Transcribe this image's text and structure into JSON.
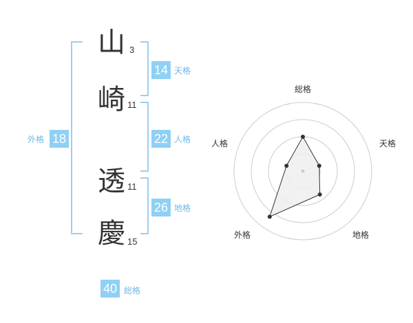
{
  "name": {
    "chars": [
      {
        "char": "山",
        "strokes": "3"
      },
      {
        "char": "崎",
        "strokes": "11"
      },
      {
        "char": "透",
        "strokes": "11"
      },
      {
        "char": "慶",
        "strokes": "15"
      }
    ]
  },
  "scores": {
    "tenkaku": {
      "value": "14",
      "label": "天格"
    },
    "jinkaku": {
      "value": "22",
      "label": "人格"
    },
    "chikaku": {
      "value": "26",
      "label": "地格"
    },
    "gaikaku": {
      "value": "18",
      "label": "外格"
    },
    "soukaku": {
      "value": "40",
      "label": "総格"
    }
  },
  "chart_data": {
    "type": "radar",
    "axes": [
      "総格",
      "天格",
      "地格",
      "外格",
      "人格"
    ],
    "values": [
      0.5,
      0.25,
      0.42,
      0.82,
      0.25
    ],
    "max": 1,
    "rings": 4,
    "colors": {
      "fill": "#eeeeee",
      "line": "#333333",
      "grid": "#cccccc",
      "point": "#333333"
    }
  }
}
